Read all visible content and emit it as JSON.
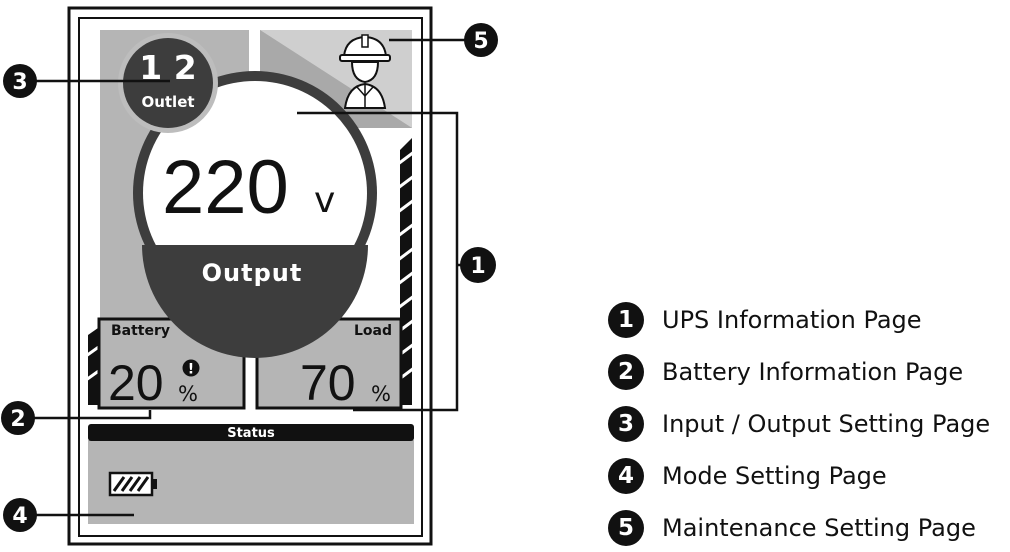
{
  "screen": {
    "outlet": {
      "number": "1 2",
      "label": "Outlet"
    },
    "output": {
      "value": "220",
      "unit": "v",
      "label": "Output"
    },
    "battery": {
      "label": "Battery",
      "value": "20",
      "unit": "%",
      "alert": "!"
    },
    "load": {
      "label": "Load",
      "value": "70",
      "unit": "%"
    },
    "status": {
      "label": "Status"
    },
    "icons": {
      "maintenance": "worker-hardhat-icon",
      "battery_status": "battery-icon",
      "warning": "exclamation-icon"
    }
  },
  "callouts": [
    "1",
    "2",
    "3",
    "4",
    "5"
  ],
  "legend": [
    {
      "num": "1",
      "label": "UPS Information Page"
    },
    {
      "num": "2",
      "label": "Battery Information Page"
    },
    {
      "num": "3",
      "label": "Input / Output Setting Page"
    },
    {
      "num": "4",
      "label": "Mode Setting Page"
    },
    {
      "num": "5",
      "label": "Maintenance Setting Page"
    }
  ],
  "colors": {
    "panel": "#b5b5b5",
    "dark": "#3a3a3a",
    "black": "#111111",
    "white": "#ffffff"
  }
}
